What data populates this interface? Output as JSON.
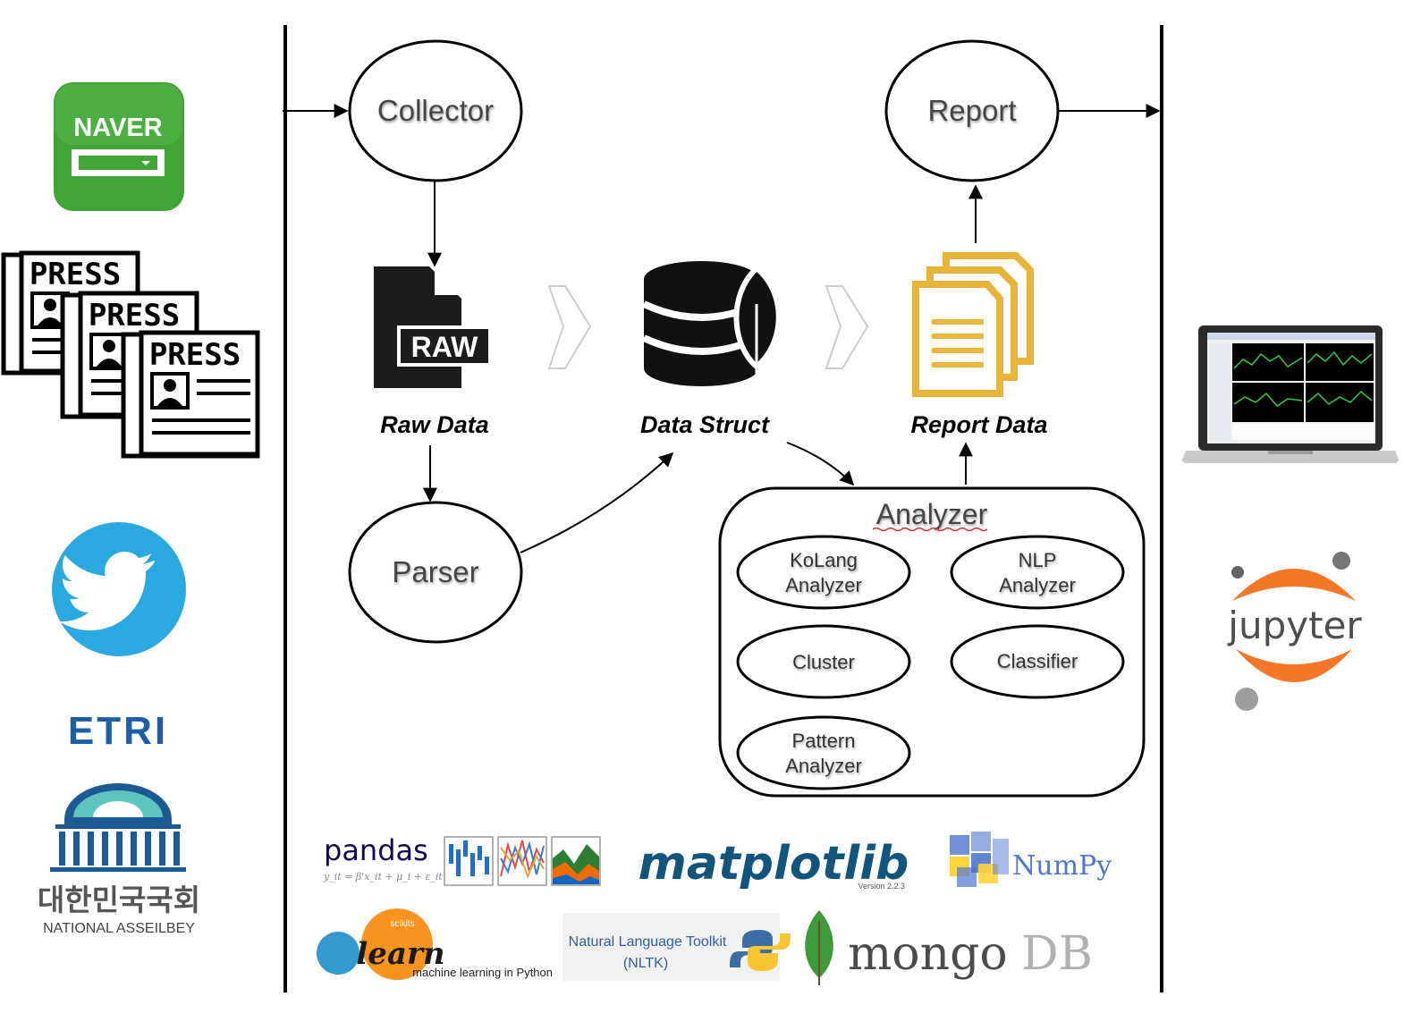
{
  "sources": {
    "naver": "NAVER",
    "press": "PRESS",
    "etri": "ETRI",
    "assembly_korean": "대한민국국회",
    "assembly_english": "NATIONAL ASSEILBEY"
  },
  "nodes": {
    "collector": "Collector",
    "report": "Report",
    "parser": "Parser",
    "raw_data": "Raw Data",
    "data_struct": "Data Struct",
    "report_data": "Report Data",
    "raw_badge": "RAW"
  },
  "analyzer": {
    "title": "Analyzer",
    "kolang_1": "KoLang",
    "kolang_2": "Analyzer",
    "nlp_1": "NLP",
    "nlp_2": "Analyzer",
    "cluster": "Cluster",
    "classifier": "Classifier",
    "pattern_1": "Pattern",
    "pattern_2": "Analyzer"
  },
  "libraries": {
    "pandas": "pandas",
    "pandas_formula": "y_it = β'x_it + μ_i + ε_it",
    "matplotlib": "matplotlib",
    "matplotlib_version": "Version 2.2.3",
    "numpy": "NumPy",
    "sklearn_badge": "scikits",
    "sklearn": "learn",
    "sklearn_tagline": "machine learning in Python",
    "nltk_1": "Natural Language Toolkit",
    "nltk_2": "(NLTK)",
    "mongo_1": "mongo",
    "mongo_2": "DB"
  },
  "outputs": {
    "jupyter": "jupyter"
  },
  "colors": {
    "naver_green": "#3fa535",
    "twitter_blue": "#2aa9e0",
    "etri_blue": "#1c5fa8",
    "etri_red": "#e03a3e",
    "report_gold": "#e8b53a",
    "jupyter_orange": "#f37726",
    "mongo_green": "#3f9a3a",
    "matplotlib_blue": "#11557c"
  }
}
